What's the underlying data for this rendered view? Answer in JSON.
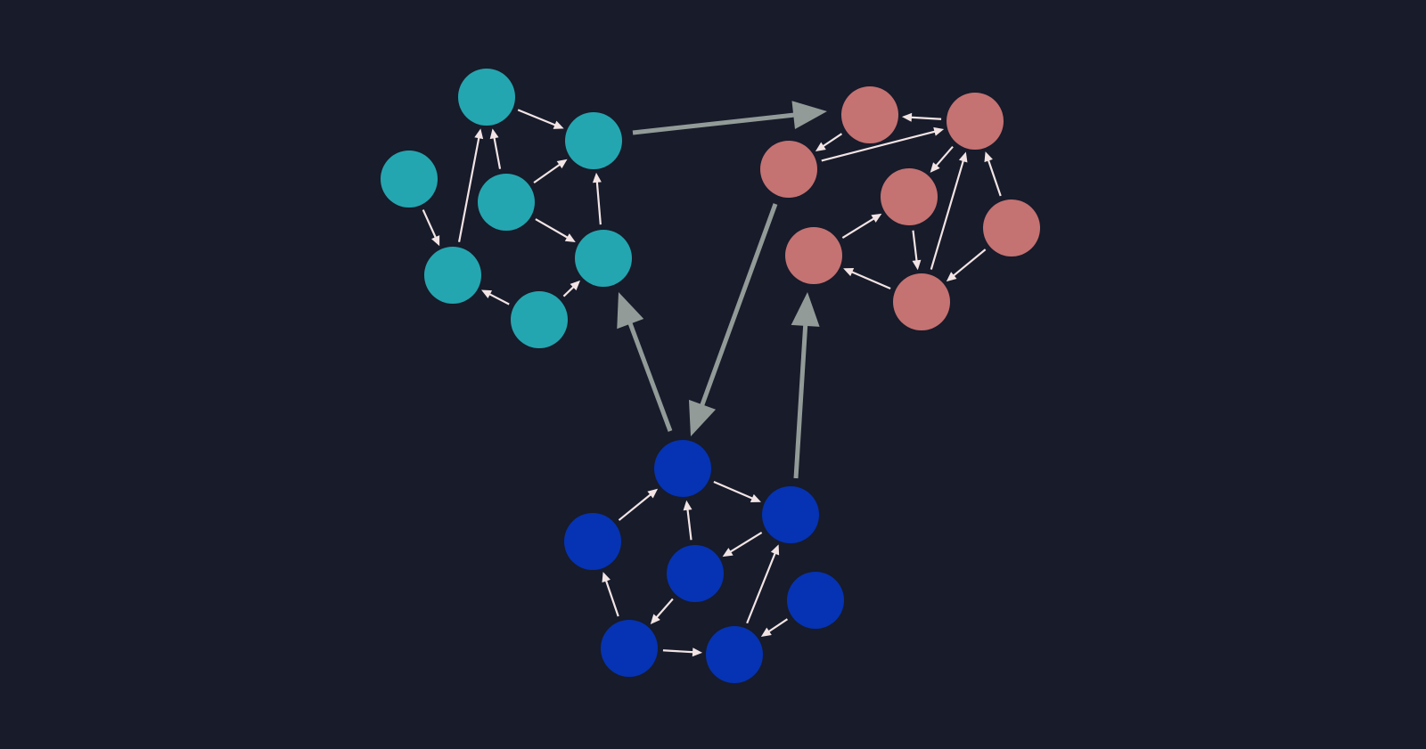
{
  "colors": {
    "background": "#171b2a",
    "teal": "#24a6b0",
    "rose": "#c57272",
    "blue": "#0533b3",
    "edge": "#f2e4e4",
    "inter_edge": "#939b98"
  },
  "clusters": [
    {
      "id": "teal",
      "color": "teal",
      "nodes": [
        "t1",
        "t2",
        "t3",
        "t4",
        "t5",
        "t6",
        "t7"
      ],
      "edges": [
        [
          "t1",
          "t2"
        ],
        [
          "t4",
          "t1"
        ],
        [
          "t4",
          "t2"
        ],
        [
          "t4",
          "t6"
        ],
        [
          "t6",
          "t2"
        ],
        [
          "t3",
          "t5"
        ],
        [
          "t5",
          "t1"
        ],
        [
          "t7",
          "t5"
        ],
        [
          "t7",
          "t6"
        ]
      ]
    },
    {
      "id": "rose",
      "color": "rose",
      "nodes": [
        "r1",
        "r2",
        "r3",
        "r4",
        "r5",
        "r6",
        "r7"
      ],
      "edges": [
        [
          "r2",
          "r1"
        ],
        [
          "r1",
          "r3"
        ],
        [
          "r3",
          "r2"
        ],
        [
          "r2",
          "r4"
        ],
        [
          "r4",
          "r7"
        ],
        [
          "r5",
          "r4"
        ],
        [
          "r7",
          "r5"
        ],
        [
          "r7",
          "r2"
        ],
        [
          "r6",
          "r2"
        ],
        [
          "r6",
          "r7"
        ]
      ]
    },
    {
      "id": "blue",
      "color": "blue",
      "nodes": [
        "b1",
        "b2",
        "b3",
        "b4",
        "b5",
        "b6",
        "b7"
      ],
      "edges": [
        [
          "b3",
          "b1"
        ],
        [
          "b1",
          "b2"
        ],
        [
          "b4",
          "b1"
        ],
        [
          "b2",
          "b4"
        ],
        [
          "b5",
          "b3"
        ],
        [
          "b4",
          "b5"
        ],
        [
          "b5",
          "b6"
        ],
        [
          "b6",
          "b2"
        ],
        [
          "b7",
          "b6"
        ]
      ]
    }
  ],
  "inter_cluster_edges": [
    {
      "from": "teal",
      "to": "rose"
    },
    {
      "from": "rose",
      "to": "blue"
    },
    {
      "from": "blue",
      "to": "teal"
    },
    {
      "from": "blue",
      "to": "rose"
    }
  ]
}
